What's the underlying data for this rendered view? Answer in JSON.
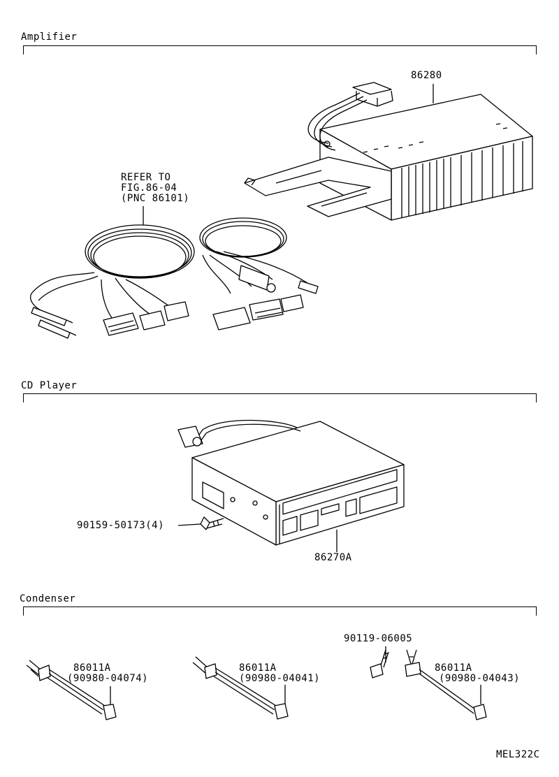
{
  "sections": {
    "amplifier": "Amplifier",
    "cd_player": "CD Player",
    "condenser": "Condenser"
  },
  "amplifier": {
    "part_86280": "86280",
    "refer_line1": "REFER TO",
    "refer_line2": "FIG.86-04",
    "refer_line3": "(PNC 86101)"
  },
  "cd_player": {
    "screw_label": "90159-50173(4)",
    "player_label": "86270A"
  },
  "condenser": {
    "c1_line1": "86011A",
    "c1_line2": "(90980-04074)",
    "c2_line1": "86011A",
    "c2_line2": "(90980-04041)",
    "bolt_label": "90119-06005",
    "c3_line1": "86011A",
    "c3_line2": "(90980-04043)"
  },
  "footer": {
    "code": "MEL322C"
  }
}
